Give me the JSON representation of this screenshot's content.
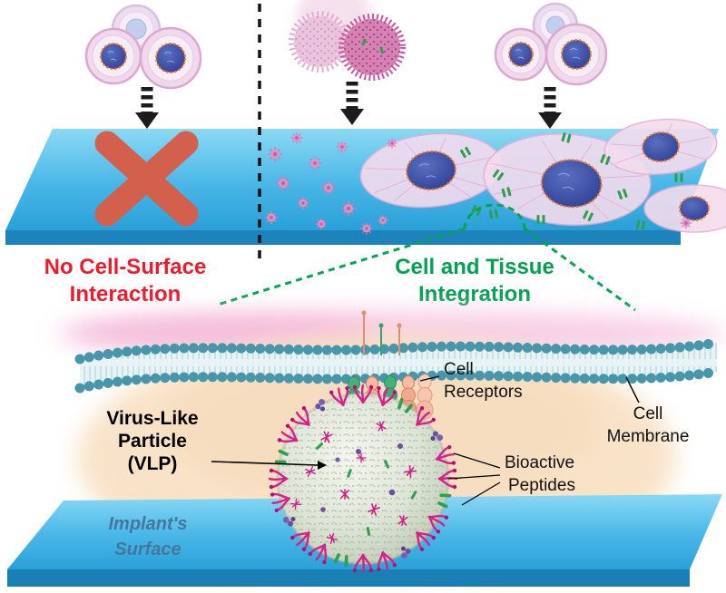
{
  "captions": {
    "no_interaction": {
      "line1": "No Cell-Surface",
      "line2": "Interaction"
    },
    "integration": {
      "line1": "Cell and Tissue",
      "line2": "Integration"
    }
  },
  "labels": {
    "vlp": {
      "line1": "Virus-Like",
      "line2": "Particle",
      "line3": "(VLP)"
    },
    "cell_receptors": {
      "line1": "Cell",
      "line2": "Receptors"
    },
    "cell_membrane": {
      "line1": "Cell",
      "line2": "Membrane"
    },
    "bioactive_peptides": {
      "line1": "Bioactive",
      "line2": "Peptides"
    },
    "implant_surface": {
      "line1": "Implant's",
      "line2": "Surface"
    }
  },
  "colors": {
    "caption_no_interaction": "#ea1c2d",
    "caption_integration": "#00a14e",
    "x_mark": "#d2604d",
    "zoom_callout_green": "#00a651",
    "implant_label": "#43779f",
    "membrane_head_teal": "#4796aa",
    "peptide_magenta": "#d6218a",
    "receptor_green": "#3aa06b",
    "receptor_peach": "#f0a58c"
  }
}
